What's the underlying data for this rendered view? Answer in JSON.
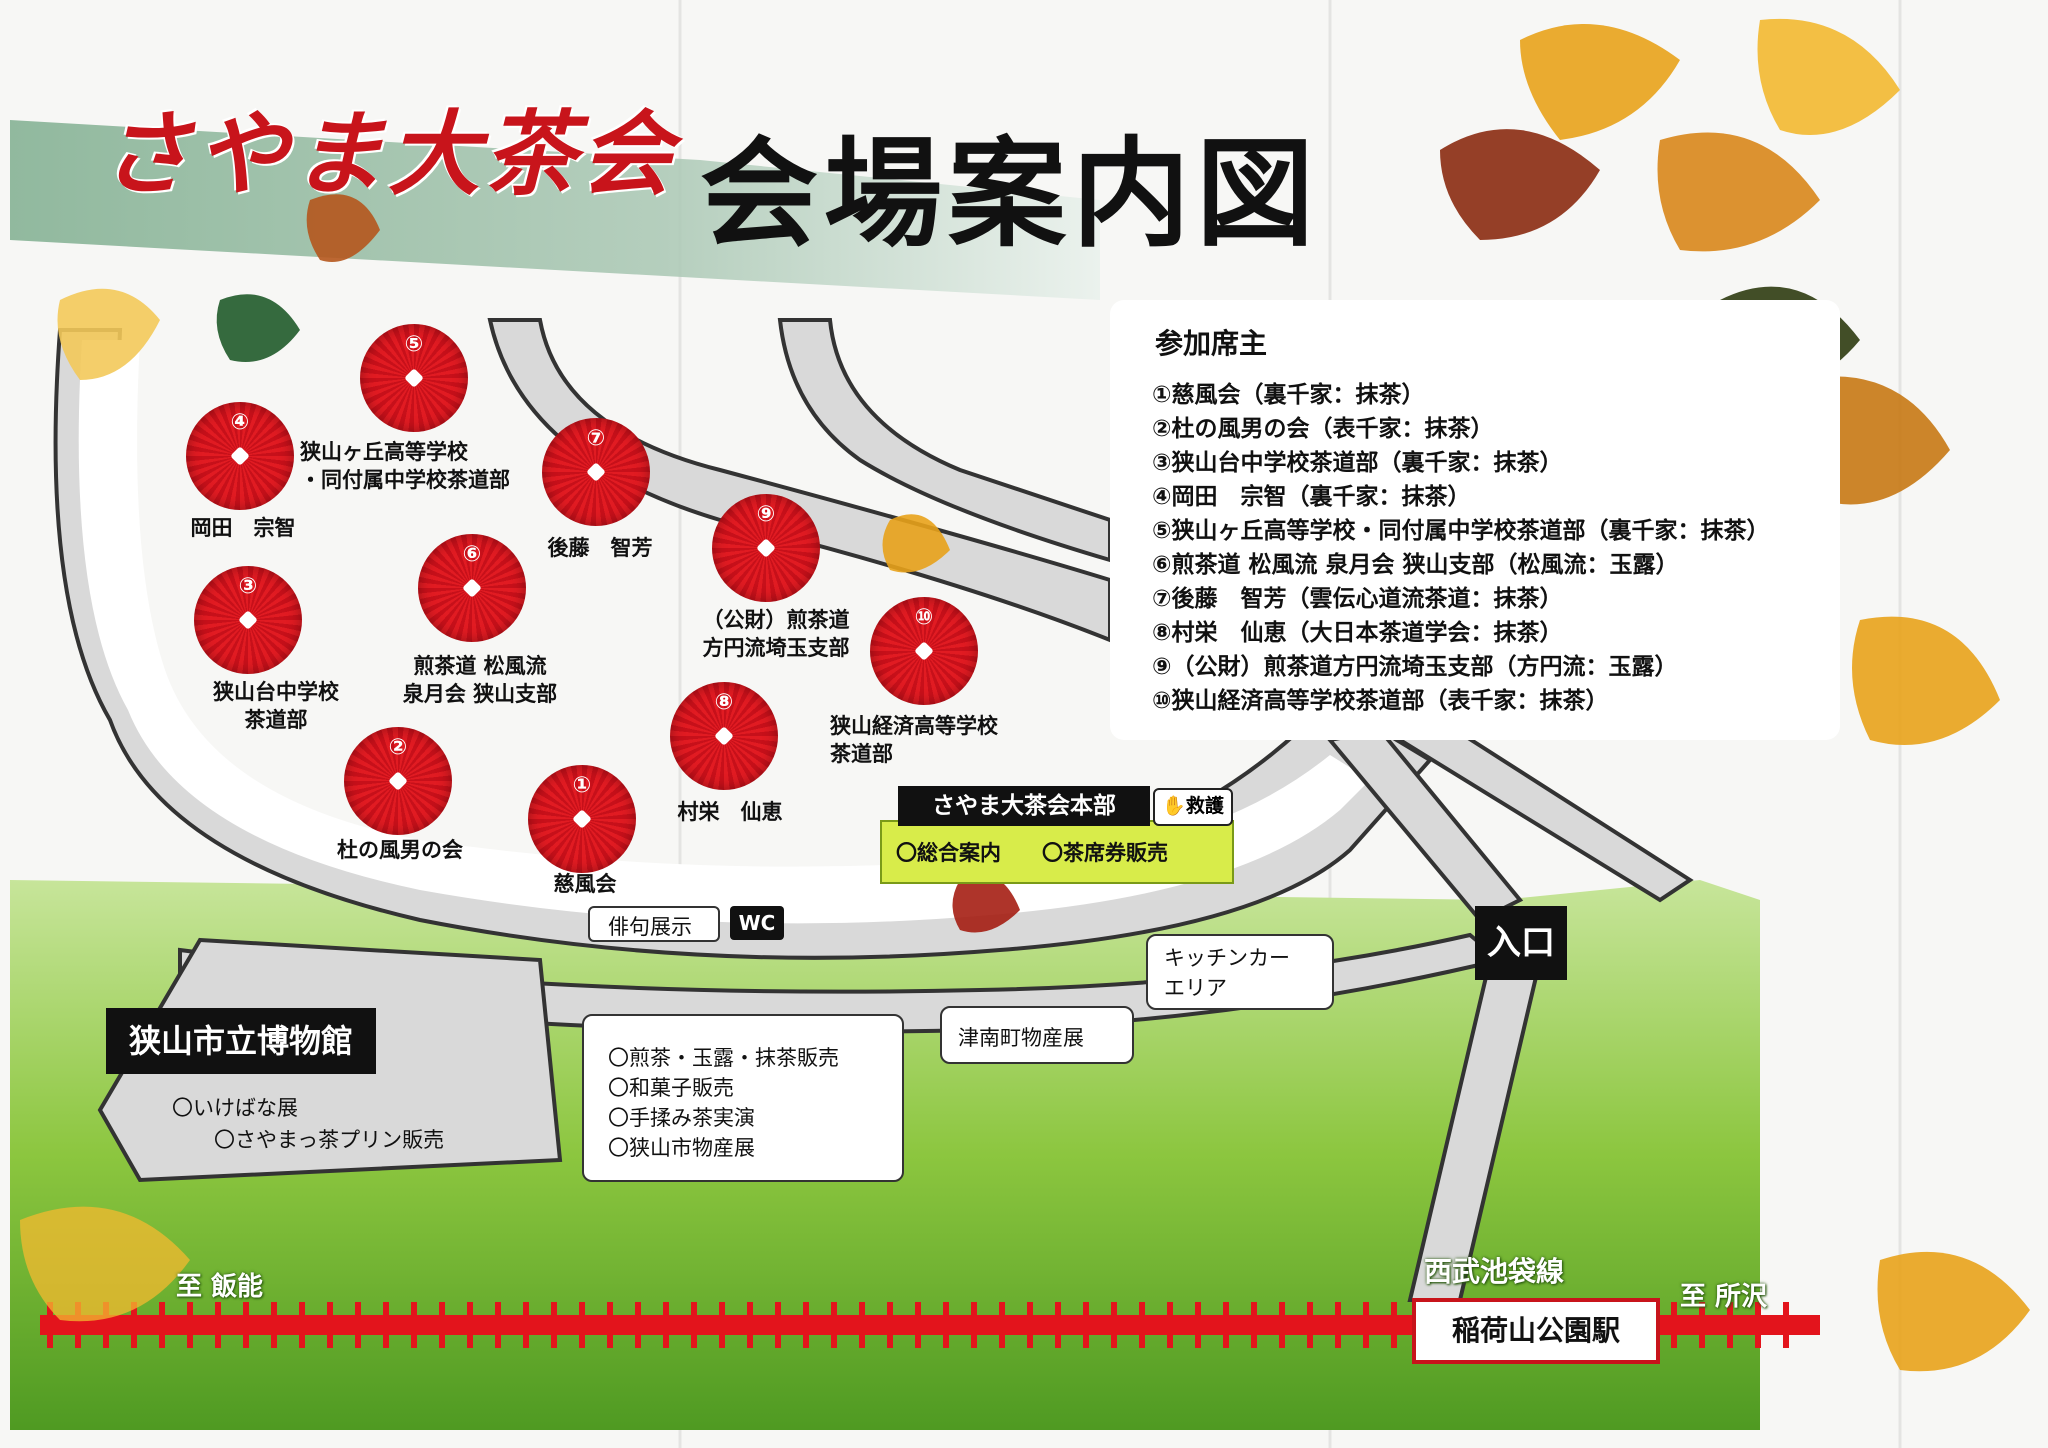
{
  "title": {
    "main": "さやま大茶会",
    "sub": "会場案内図"
  },
  "parasols": [
    {
      "num": "①",
      "name": [
        "慈風会"
      ]
    },
    {
      "num": "②",
      "name": [
        "杜の風男の会"
      ]
    },
    {
      "num": "③",
      "name": [
        "狭山台中学校",
        "茶道部"
      ]
    },
    {
      "num": "④",
      "name": [
        "岡田　宗智"
      ]
    },
    {
      "num": "⑤",
      "name": [
        "狭山ヶ丘高等学校",
        "・同付属中学校茶道部"
      ]
    },
    {
      "num": "⑥",
      "name": [
        "煎茶道 松風流",
        "泉月会 狭山支部"
      ]
    },
    {
      "num": "⑦",
      "name": [
        "後藤　智芳"
      ]
    },
    {
      "num": "⑧",
      "name": [
        "村栄　仙恵"
      ]
    },
    {
      "num": "⑨",
      "name": [
        "（公財）煎茶道",
        "方円流埼玉支部"
      ]
    },
    {
      "num": "⑩",
      "name": [
        "狭山経済高等学校",
        "茶道部"
      ]
    }
  ],
  "hosts_panel": {
    "heading": "参加席主",
    "items": [
      "①慈風会（裏千家：抹茶）",
      "②杜の風男の会（表千家：抹茶）",
      "③狭山台中学校茶道部（裏千家：抹茶）",
      "④岡田　宗智（裏千家：抹茶）",
      "⑤狭山ヶ丘高等学校・同付属中学校茶道部（裏千家：抹茶）",
      "⑥煎茶道 松風流 泉月会 狭山支部（松風流：玉露）",
      "⑦後藤　智芳（雲伝心道流茶道：抹茶）",
      "⑧村栄　仙恵（大日本茶道学会：抹茶）",
      "⑨（公財）煎茶道方円流埼玉支部（方円流：玉露）",
      "⑩狭山経済高等学校茶道部（表千家：抹茶）"
    ]
  },
  "headquarters": {
    "title": "さやま大茶会本部",
    "rescue": "救護",
    "info": "〇総合案内",
    "tickets": "〇茶席券販売"
  },
  "facilities": {
    "haiku": "俳句展示",
    "wc": "WC",
    "kitchen_car": [
      "キッチンカー",
      "エリア"
    ],
    "tsunan": "津南町物産展",
    "sales_box": [
      "〇煎茶・玉露・抹茶販売",
      "〇和菓子販売",
      "〇手揉み茶実演",
      "〇狭山市物産展"
    ],
    "entrance": "入口"
  },
  "museum": {
    "name": "狭山市立博物館",
    "items": [
      "〇いけばな展",
      "〇さやまっ茶プリン販売"
    ]
  },
  "railway": {
    "line": "西武池袋線",
    "station": "稲荷山公園駅",
    "to_left": "至 飯能",
    "to_right": "至 所沢"
  },
  "colors": {
    "title_red": "#c8141b",
    "parasol_red": "#e11b22",
    "grass": "#8cc63f",
    "hq_yellow": "#d8ec4a",
    "rail_red": "#e3141c"
  }
}
